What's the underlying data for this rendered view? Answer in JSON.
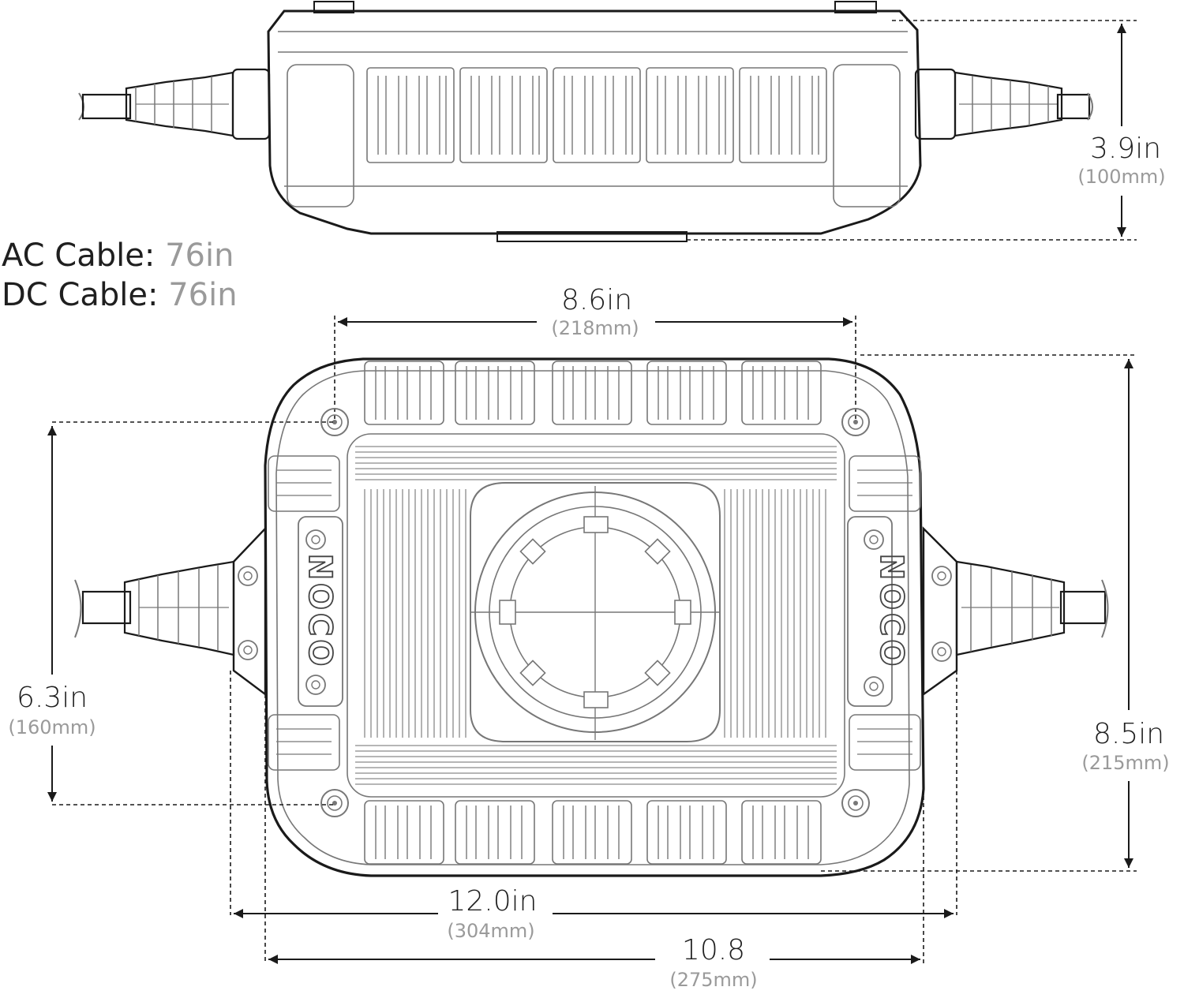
{
  "brand": "NOCO",
  "cables": {
    "ac": {
      "label": "AC Cable:",
      "value": "76in"
    },
    "dc": {
      "label": "DC Cable:",
      "value": "76in"
    }
  },
  "dimensions": {
    "height": {
      "main": "3.9in",
      "sub": "(100mm)"
    },
    "mount_width": {
      "main": "8.6in",
      "sub": "(218mm)"
    },
    "mount_depth": {
      "main": "6.3in",
      "sub": "(160mm)"
    },
    "depth": {
      "main": "8.5in",
      "sub": "(215mm)"
    },
    "overall_width": {
      "main": "12.0in",
      "sub": "(304mm)"
    },
    "body_width": {
      "main": "10.8",
      "sub": "(275mm)"
    }
  },
  "colors": {
    "outline": "#1a1a1a",
    "detail": "#777777",
    "muted_text": "#9a9a9a"
  }
}
